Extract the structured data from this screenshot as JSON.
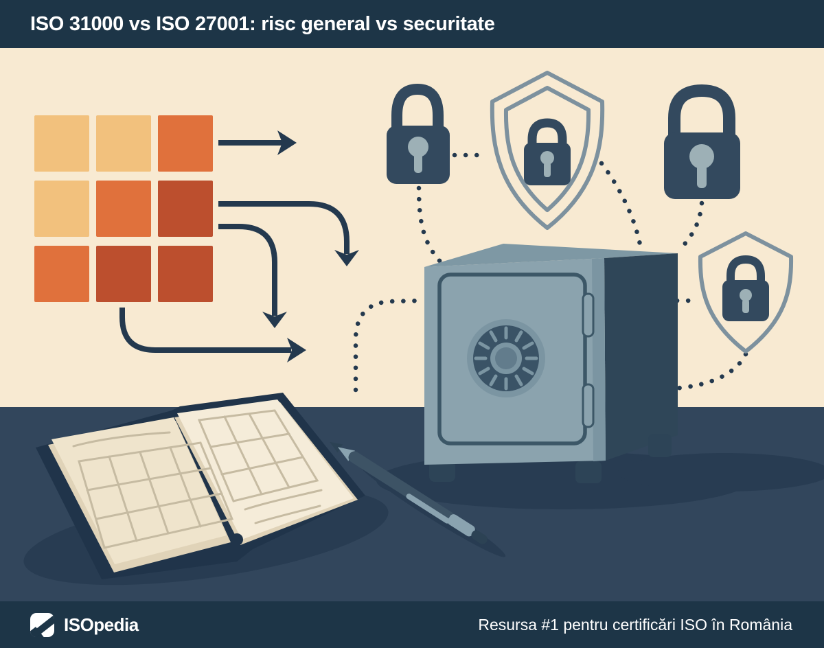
{
  "header": {
    "title": "ISO 31000 vs ISO 27001: risc general vs securitate"
  },
  "footer": {
    "brand": "ISOpedia",
    "logo_icon": "isopedia-slash-logo",
    "tagline": "Resursa #1 pentru certificări ISO în România"
  },
  "colors": {
    "bar_bg": "#1d3547",
    "cream": "#f8ead2",
    "desk": "#32465c",
    "ink": "#24394e",
    "text_light": "#ffffff",
    "lock_body": "#33495e",
    "keyhole": "#9db0b6",
    "shield_stroke": "#7d919e",
    "safe_front": "#8ba3ae",
    "safe_top": "#7e98a4",
    "safe_side": "#2f4658",
    "safe_line": "#3c5767",
    "safe_foot": "#2d4457",
    "dial_light": "#7b95a2",
    "dial_dark": "#3a5366",
    "dial_knob_inner": "#627c8c",
    "shadow": "#283c52",
    "cover": "#20344a",
    "page": "#efe4cc",
    "page2": "#f5ecd9",
    "page_edge": "#e0d3b8",
    "page_line": "#c6bba2",
    "pen_body": "#3d5365",
    "pen_light": "#8aa3b0",
    "pen_dark": "#2c4254"
  },
  "risk_matrix": {
    "rows": 3,
    "cols": 3,
    "cells": [
      "low",
      "low",
      "medium",
      "low",
      "medium",
      "high",
      "medium",
      "high",
      "high"
    ],
    "levels": {
      "low": "#f2c17d",
      "medium": "#e0713c",
      "high": "#bc4f2e"
    }
  },
  "illustration": {
    "left_side": "risk-matrix-grid-with-flow-arrows",
    "right_side": "security-objects-linked-by-dotted-lines",
    "objects": [
      "risk-matrix-grid",
      "flow-arrows",
      "padlock",
      "shield-with-padlock",
      "padlock",
      "vault-safe-with-dial",
      "shield-with-padlock",
      "open-notebook-with-grids",
      "pen",
      "desk-surface"
    ]
  }
}
